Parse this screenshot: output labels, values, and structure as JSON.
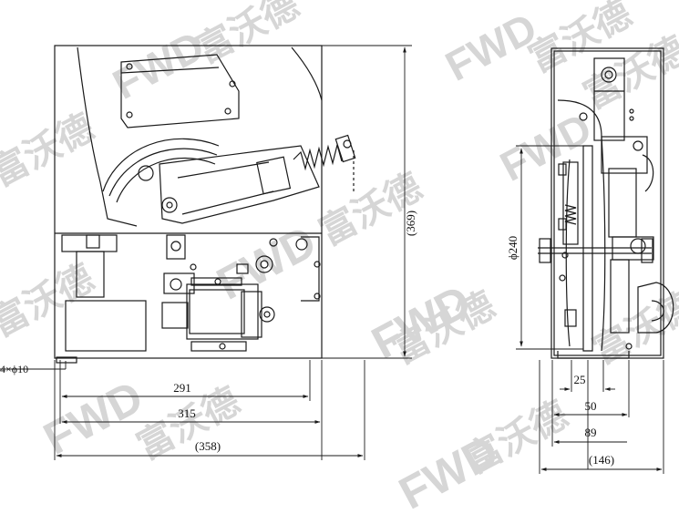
{
  "watermark": {
    "brand": "FWD",
    "chinese": "富沃德",
    "color": "#cccccc"
  },
  "front_view": {
    "height_dim": "(369)",
    "hole_note": "4×ϕ10",
    "width_dims": [
      "291",
      "315",
      "(358)"
    ]
  },
  "side_view": {
    "diameter_dim": "ϕ240",
    "offset_dims": [
      "25",
      "50",
      "89",
      "(146)"
    ]
  },
  "colors": {
    "line": "#1a1a1a",
    "background": "#ffffff"
  }
}
